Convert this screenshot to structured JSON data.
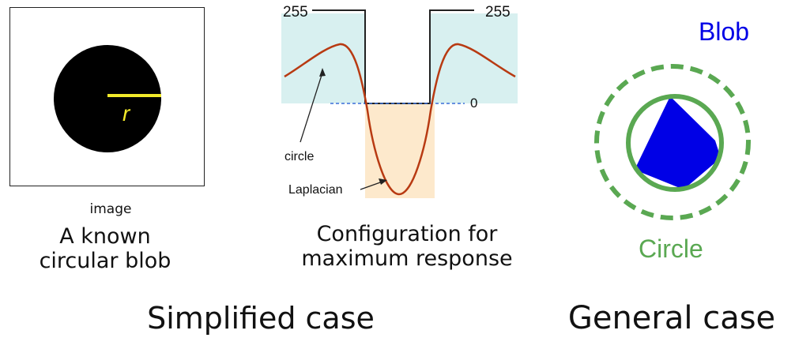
{
  "left_panel": {
    "radius_label": "r",
    "image_label": "image",
    "caption_line1": "A known",
    "caption_line2": "circular blob"
  },
  "middle_panel": {
    "level_255_left": "255",
    "level_255_right": "255",
    "level_0": "0",
    "circle_label": "circle",
    "laplacian_label": "Laplacian",
    "caption_line1": "Configuration for",
    "caption_line2": "maximum response"
  },
  "right_panel": {
    "blob_label": "Blob",
    "circle_label": "Circle"
  },
  "bottom": {
    "simplified": "Simplified case",
    "general": "General case"
  },
  "colors": {
    "blob_blue": "#0000e6",
    "circle_green": "#5aa852",
    "cyan_region": "#d8f0f0",
    "peach_region": "#fde9cc",
    "laplacian_red": "#b83a12",
    "radius_yellow": "#f2ea2a",
    "dashed_blue": "#3a6fd8"
  }
}
